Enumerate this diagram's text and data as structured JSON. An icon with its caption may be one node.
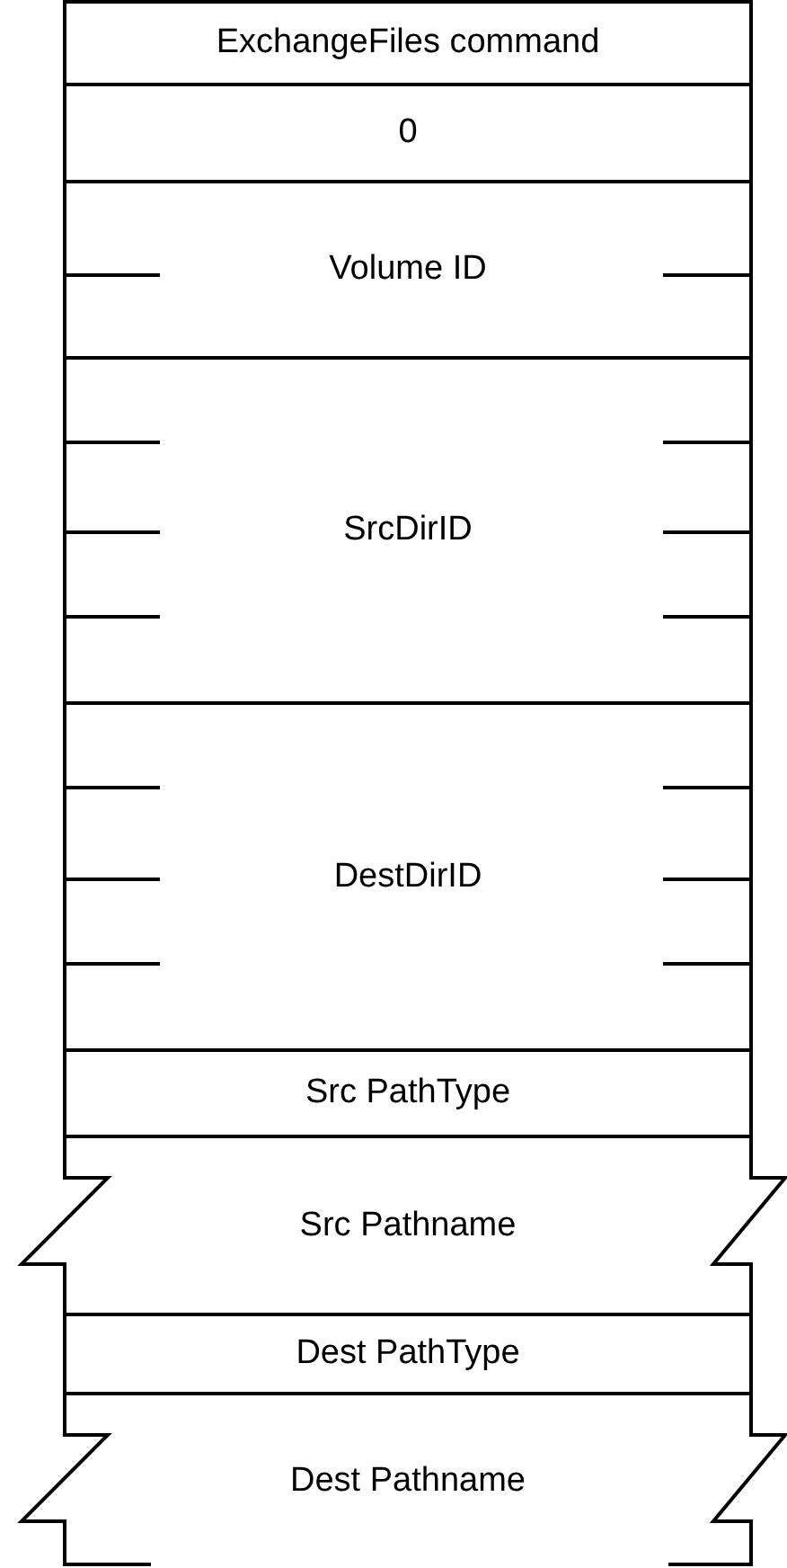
{
  "diagram": {
    "nodes": [
      {
        "text": [
          "ExchangeFiles command"
        ]
      },
      {
        "text": [
          "0"
        ]
      },
      {
        "text": [
          "Volume ID"
        ]
      },
      {
        "text": [
          "SrcDirID"
        ]
      },
      {
        "text": [
          "DestDirID"
        ]
      },
      {
        "text": [
          "Src PathType"
        ]
      },
      {
        "text": [
          "Src Pathname"
        ]
      },
      {
        "text": [
          "Dest PathType"
        ]
      },
      {
        "text": [
          "Dest Pathname"
        ]
      }
    ]
  }
}
